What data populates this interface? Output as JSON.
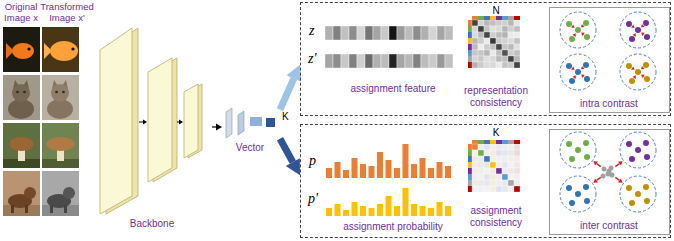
{
  "diagram": {
    "nodes": [
      {
        "text": [
          "Backbone"
        ]
      },
      {
        "text": [
          "Vector"
        ]
      },
      {
        "text": [
          "z",
          "z'",
          "assignment feature",
          "N",
          "representation consistency"
        ]
      },
      {
        "text": [
          "intra contrast"
        ],
        "in": 2
      },
      {
        "text": [
          "p",
          "p'",
          "assignment probability",
          "K",
          "assignment consistency"
        ]
      },
      {
        "text": [
          "inter contrast"
        ],
        "in": 4
      }
    ],
    "edges": [
      {
        "from": 0,
        "to": 1,
        "arrow": "to"
      },
      {
        "from": 1,
        "to": 2,
        "arrow": "to"
      },
      {
        "from": 1,
        "to": 4,
        "arrow": "to"
      }
    ],
    "labels": [
      "Original Image x",
      "Transformed Image x'",
      "K"
    ]
  }
}
